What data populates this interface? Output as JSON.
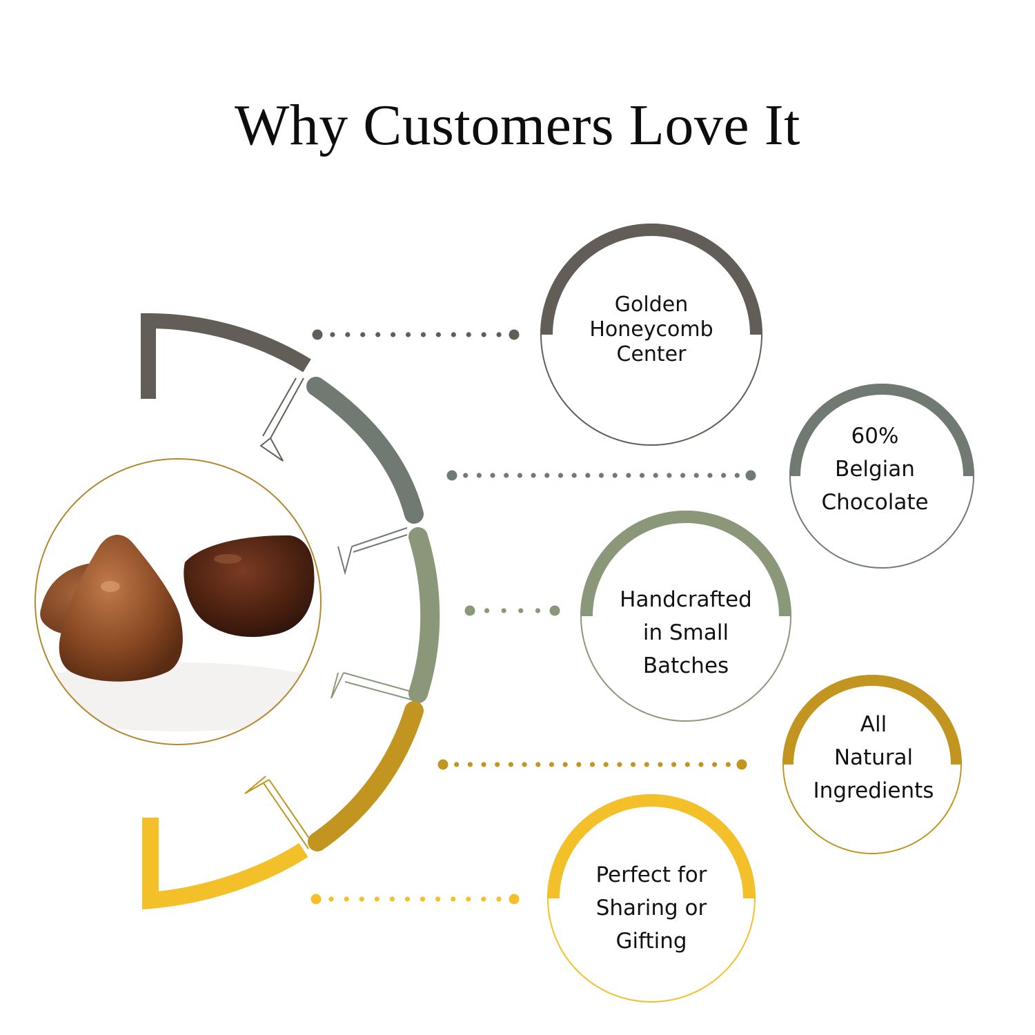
{
  "title": "Why Customers Love It",
  "colors": {
    "feature_1": "#625d57",
    "feature_2": "#707a73",
    "feature_3": "#8a9879",
    "feature_4": "#c1951f",
    "feature_5": "#f3c02a",
    "product_ring": "#b5872c"
  },
  "product_image": "chocolate-covered-honeycomb-pieces",
  "features": [
    {
      "label": "Golden\nHoneycomb\nCenter",
      "color": "#625d57"
    },
    {
      "label": "60%\nBelgian\nChocolate",
      "color": "#707a73"
    },
    {
      "label": "Handcrafted\nin Small\nBatches",
      "color": "#8a9879"
    },
    {
      "label": "All\nNatural\nIngredients",
      "color": "#c1951f"
    },
    {
      "label": "Perfect for\nSharing or\nGifting",
      "color": "#f3c02a"
    }
  ]
}
